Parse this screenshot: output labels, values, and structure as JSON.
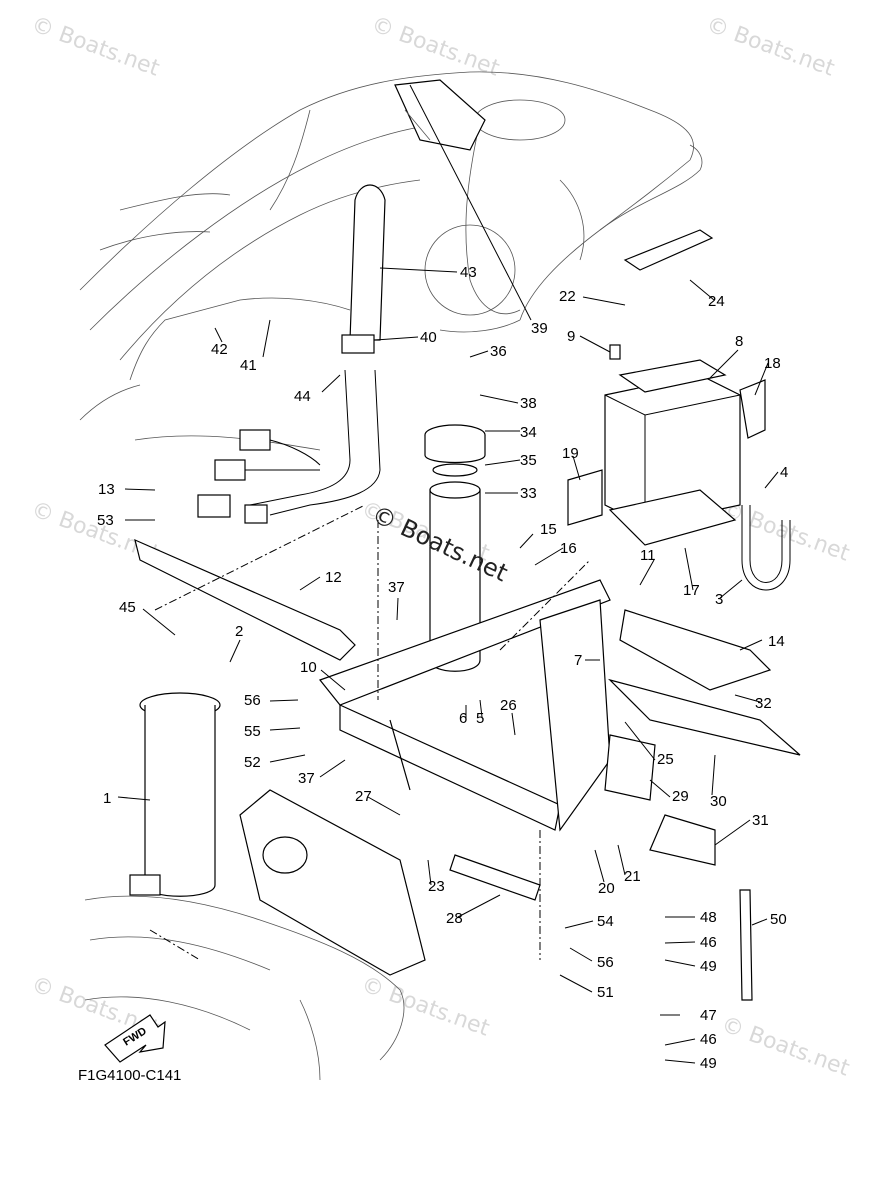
{
  "diagram": {
    "drawing_code": "F1G4100-C141",
    "direction_label": "FWD",
    "watermarks": [
      "© Boats.net",
      "© Boats.net",
      "© Boats.net",
      "© Boats.net",
      "© Boats.net",
      "© Boats.net",
      "© Boats.net",
      "© Boats.net",
      "© Boats.net"
    ],
    "center_watermark": "© Boats.net",
    "callouts": [
      "1",
      "2",
      "3",
      "4",
      "5",
      "6",
      "7",
      "8",
      "9",
      "10",
      "11",
      "12",
      "13",
      "14",
      "15",
      "16",
      "17",
      "18",
      "19",
      "20",
      "21",
      "22",
      "23",
      "24",
      "25",
      "26",
      "27",
      "28",
      "29",
      "30",
      "31",
      "32",
      "33",
      "34",
      "35",
      "36",
      "37",
      "37",
      "38",
      "39",
      "40",
      "41",
      "42",
      "43",
      "44",
      "45",
      "46",
      "46",
      "47",
      "48",
      "49",
      "49",
      "50",
      "51",
      "52",
      "53",
      "54",
      "55",
      "56",
      "56"
    ]
  }
}
